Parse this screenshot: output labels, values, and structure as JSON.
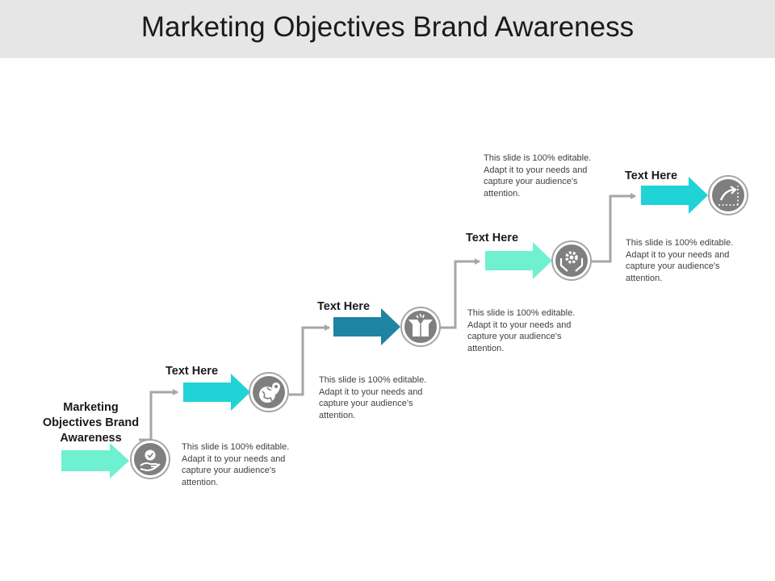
{
  "title": "Marketing Objectives Brand Awareness",
  "start_label": "Marketing Objectives Brand Awareness",
  "colors": {
    "light_teal": "#6ff0d0",
    "cyan": "#1fd3d6",
    "dark_teal": "#1f84a1",
    "connector": "#a6a6a6",
    "icon_circle": "#7f7f7f"
  },
  "steps": [
    {
      "label": "",
      "icon": "badge-hand-icon",
      "description": "This slide is 100% editable. Adapt it to your needs and capture your audience's attention."
    },
    {
      "label": "Text Here",
      "icon": "globe-location-icon",
      "description": "This slide is 100% editable. Adapt it to your needs and capture your audience's attention."
    },
    {
      "label": "Text Here",
      "icon": "open-box-icon",
      "description": "This slide is 100% editable. Adapt it to your needs and capture your audience's attention."
    },
    {
      "label": "Text Here",
      "icon": "gear-hands-icon",
      "description": "This slide is 100% editable. Adapt it to your needs and capture your audience's attention."
    },
    {
      "label": "Text Here",
      "icon": "trend-arrow-icon",
      "description": "This slide is 100% editable. Adapt it to your needs and capture your audience's attention."
    }
  ]
}
